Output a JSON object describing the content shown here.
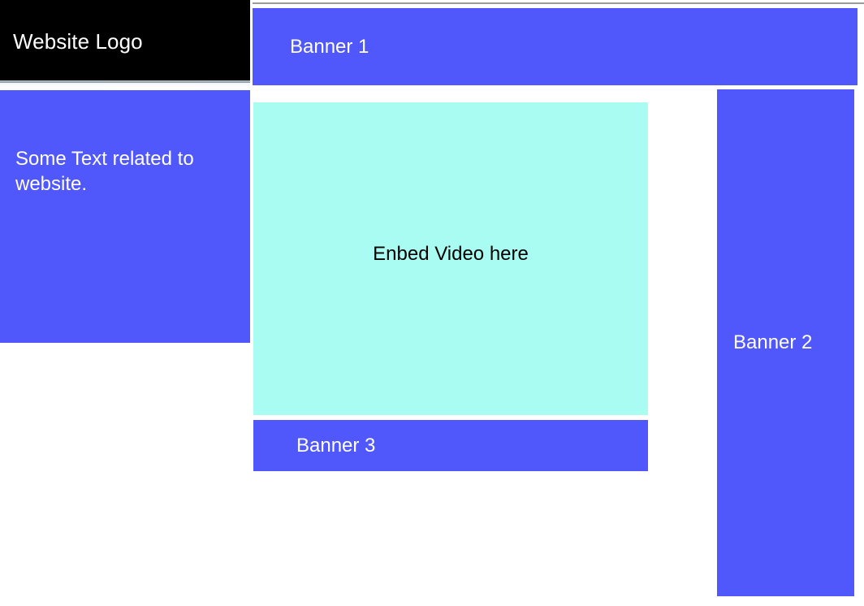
{
  "page": {
    "title": "Website Wireframe Mockup",
    "background": "#ffffff"
  },
  "colors": {
    "banner_blue": "#5058fb",
    "video_cyan": "#a9fcf2",
    "logo_background": "#000000",
    "logo_text": "#ffffff",
    "rule_gray": "#9a9a9a"
  },
  "logo": {
    "label": "Website Logo"
  },
  "side_panel": {
    "text": "Some Text related to website."
  },
  "banners": {
    "top": {
      "label": "Banner 1"
    },
    "right": {
      "label": "Banner 2"
    },
    "bottom": {
      "label": "Banner 3"
    }
  },
  "video": {
    "label": "Enbed Video here"
  }
}
